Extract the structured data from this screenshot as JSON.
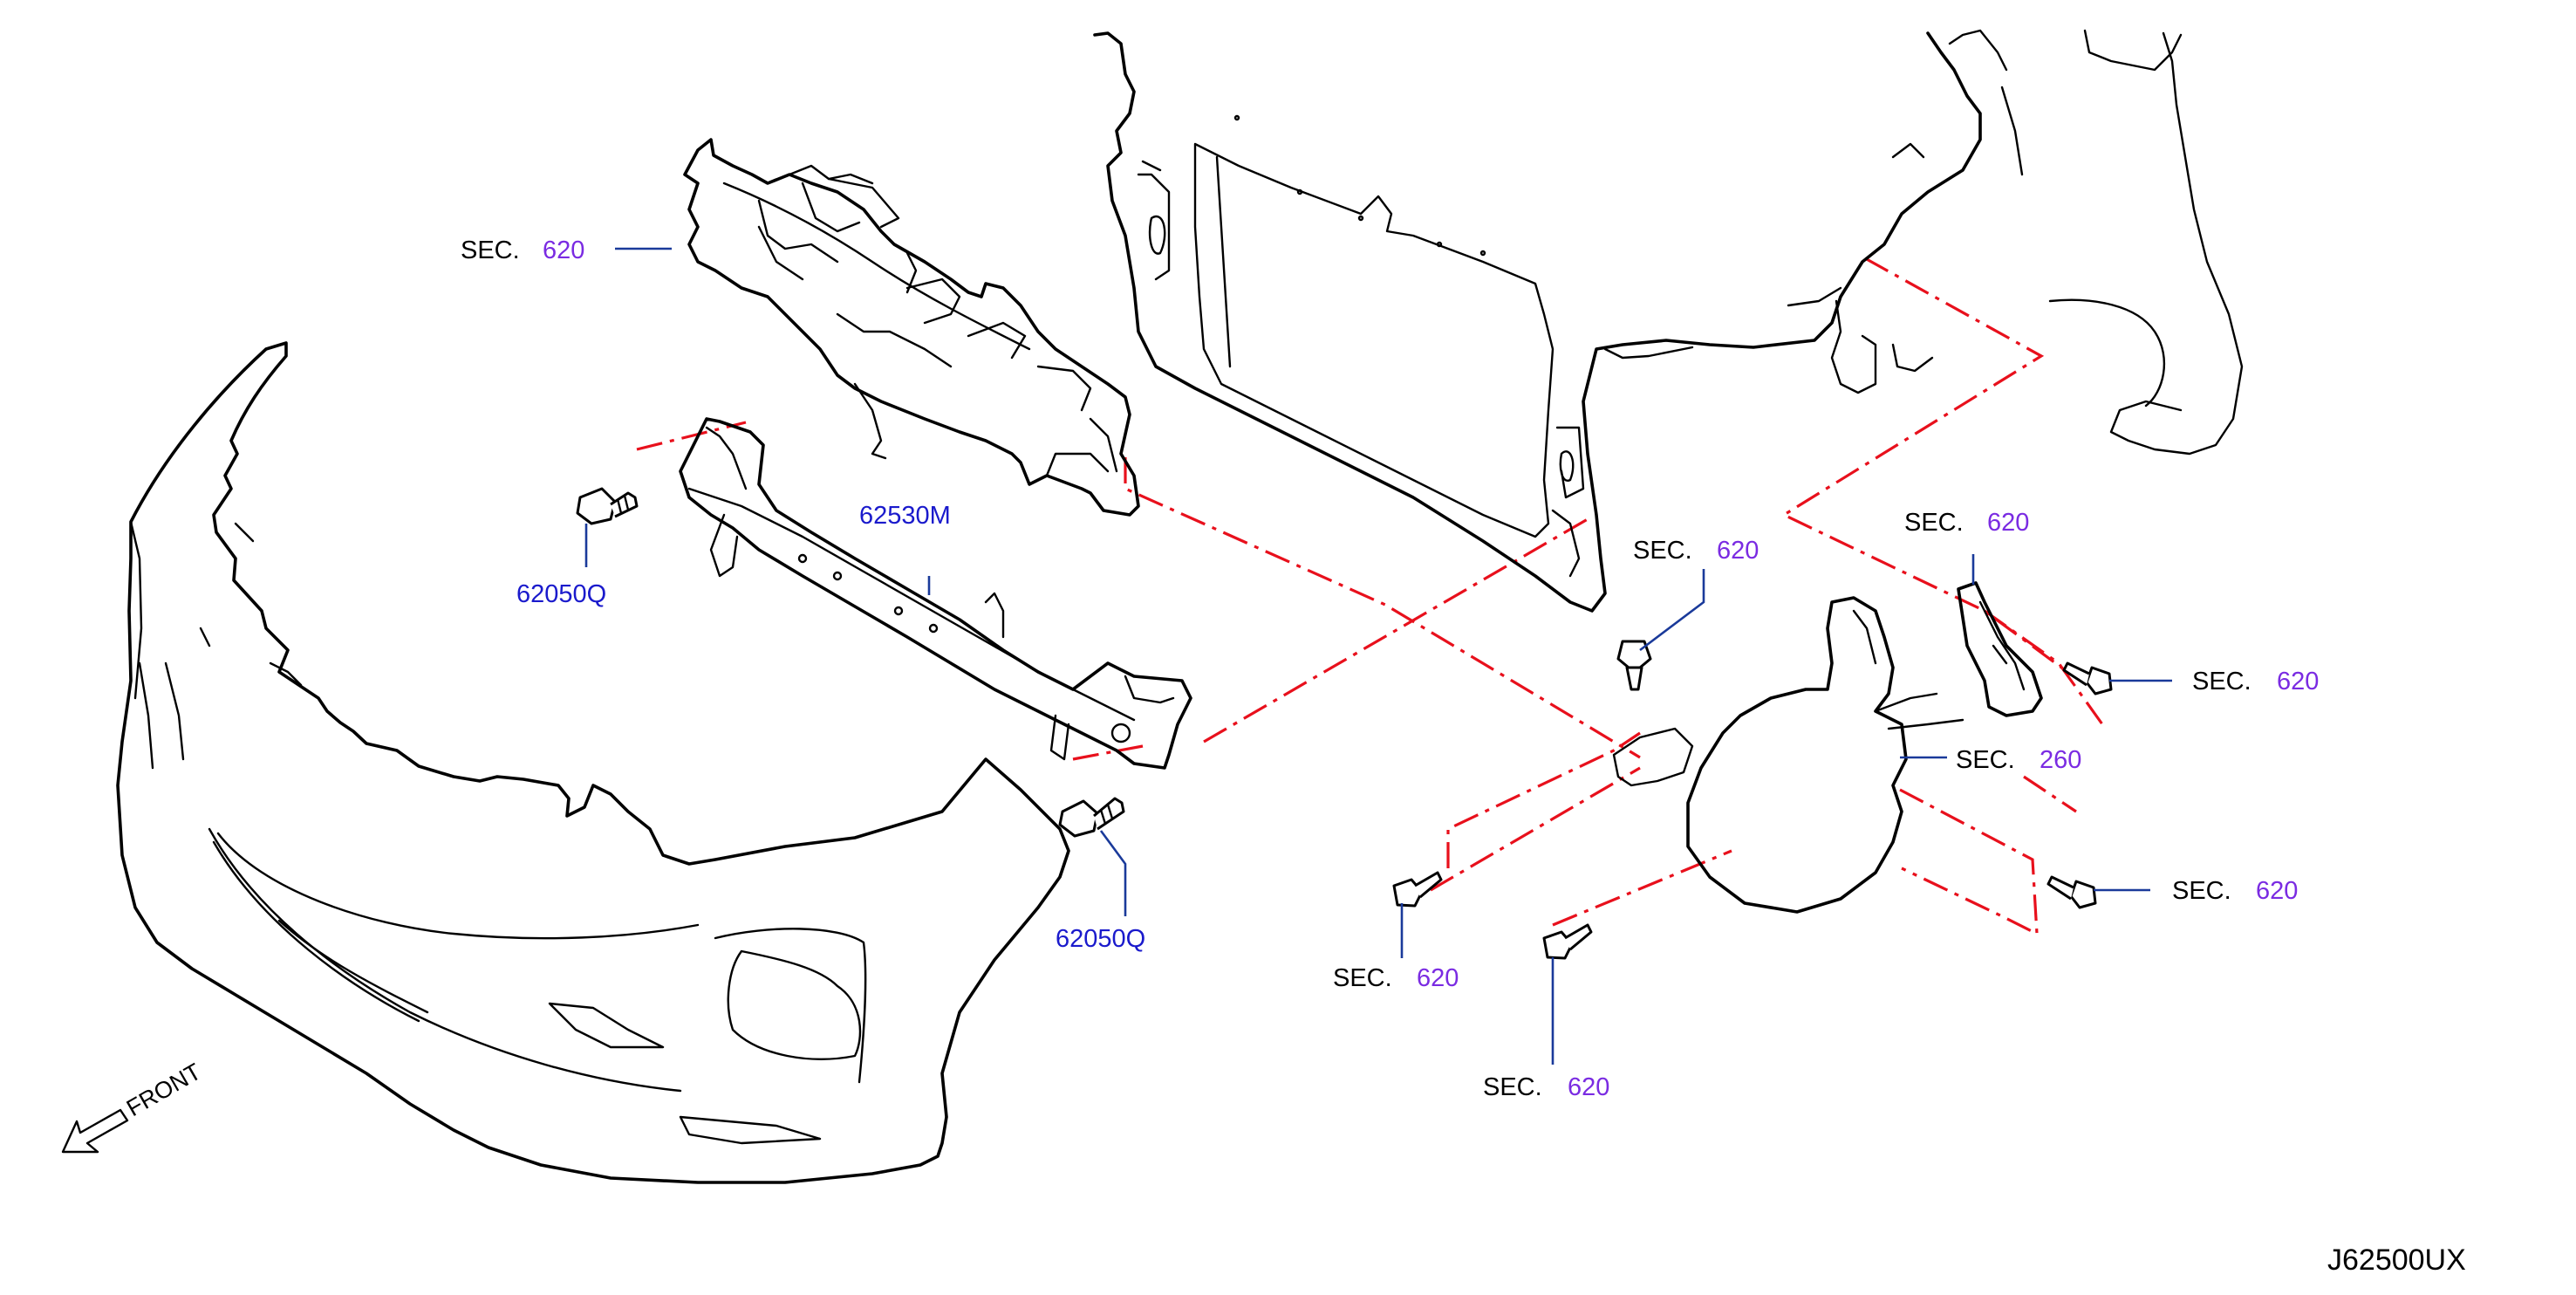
{
  "labels": {
    "sec": "SEC.",
    "sec_620": "620",
    "sec_260": "260",
    "part_62530m": "62530M",
    "part_62050q": "62050Q",
    "front": "FRONT",
    "diagram_code": "J62500UX"
  },
  "colors": {
    "sec_prefix": "#000000",
    "sec_number": "#7a2be2",
    "part_number": "#1a1acc",
    "leader_line": "#1a3a9a",
    "assembly_line": "#e8101c",
    "drawing": "#000000"
  },
  "parts": [
    {
      "name": "front bumper fascia",
      "callout": null
    },
    {
      "name": "bumper reinforcement",
      "callout": "62530M"
    },
    {
      "name": "reinforcement bolt left",
      "callout": "62050Q"
    },
    {
      "name": "reinforcement bolt right",
      "callout": "62050Q"
    },
    {
      "name": "upper radiator core support",
      "callout": "SEC. 620"
    },
    {
      "name": "radiator core support",
      "callout": null
    },
    {
      "name": "fender splash shield bracket",
      "callout": "SEC. 620"
    },
    {
      "name": "headlamp mounting bracket",
      "callout": "SEC. 260"
    },
    {
      "name": "push clip",
      "callout": "SEC. 620"
    },
    {
      "name": "screw (upper right)",
      "callout": "SEC. 620"
    },
    {
      "name": "screw (lower right)",
      "callout": "SEC. 620"
    },
    {
      "name": "screw (lower left)",
      "callout": "SEC. 620"
    },
    {
      "name": "screw (bottom)",
      "callout": "SEC. 620"
    }
  ]
}
